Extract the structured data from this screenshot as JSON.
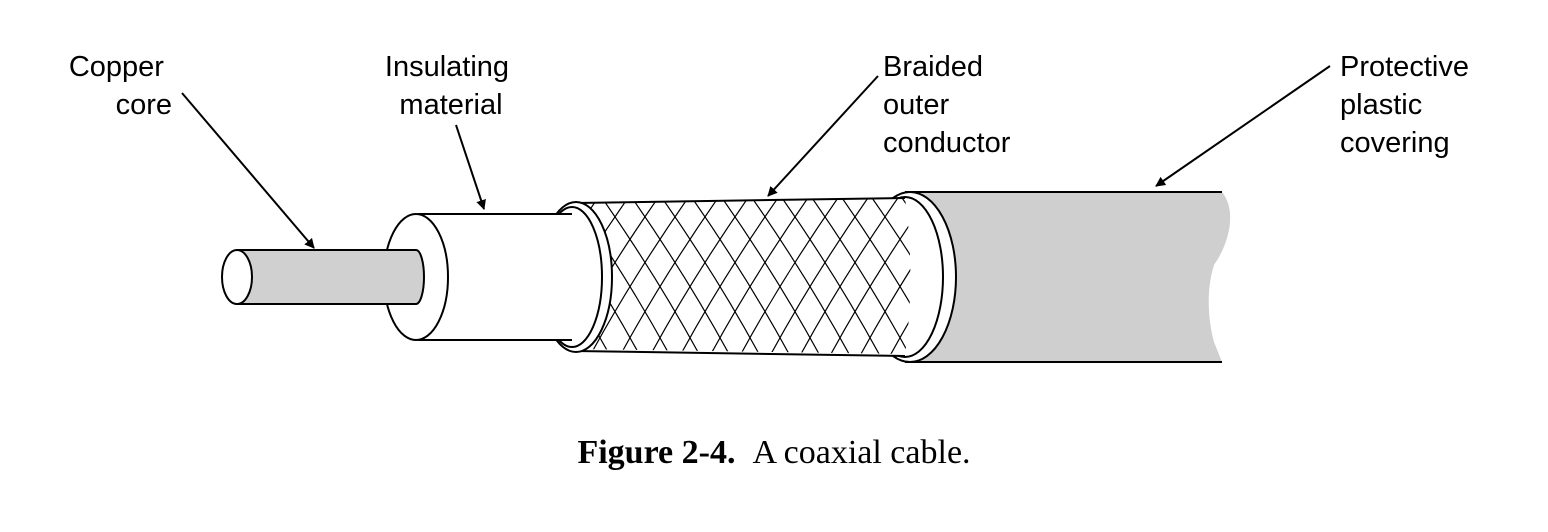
{
  "labels": {
    "copper_core": [
      "Copper",
      "core"
    ],
    "insulating_material": [
      "Insulating",
      "material"
    ],
    "braided_outer_conductor": [
      "Braided",
      "outer",
      "conductor"
    ],
    "protective_plastic_covering": [
      "Protective",
      "plastic",
      "covering"
    ]
  },
  "caption": {
    "number": "Figure 2-4.",
    "text": "A coaxial cable."
  },
  "colors": {
    "core_fill": "#d0d0d0",
    "covering_fill": "#cfcfcf",
    "line": "#000000",
    "background": "#ffffff"
  }
}
